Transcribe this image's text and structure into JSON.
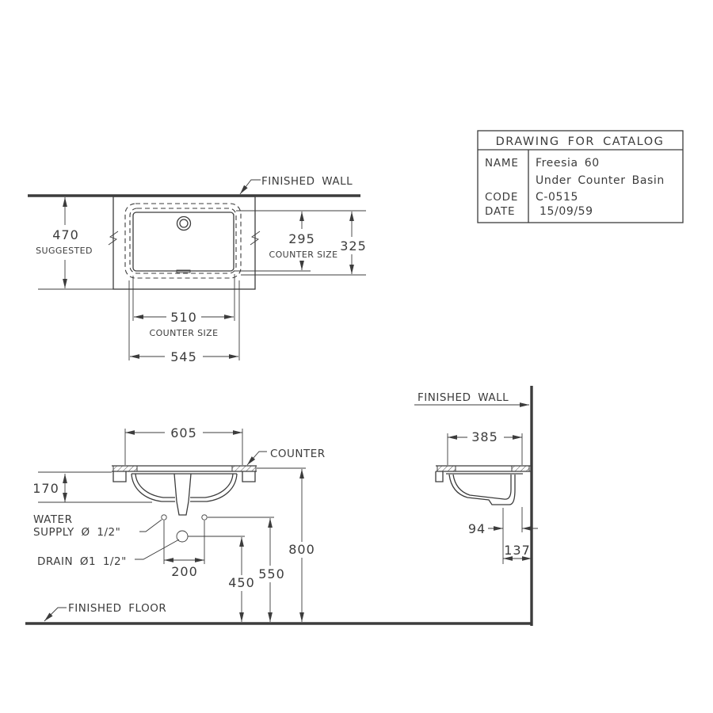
{
  "drawing": {
    "background_color": "#ffffff",
    "line_color": "#3c3c3c"
  },
  "title_block": {
    "title": "DRAWING FOR CATALOG",
    "name_label": "NAME",
    "name_value_line1": "Freesia 60",
    "name_value_line2": "Under Counter Basin",
    "code_label": "CODE",
    "code_value": "C-0515",
    "date_label": "DATE",
    "date_value": "15/09/59"
  },
  "plan_view": {
    "wall_label": "FINISHED WALL",
    "dim_depth": "470",
    "dim_depth_note": "SUGGESTED",
    "dim_cutout_depth": "295",
    "counter_size_note": "COUNTER SIZE",
    "dim_rim_depth": "325",
    "dim_cutout_width": "510",
    "dim_overall_width": "545"
  },
  "front_view": {
    "dim_rim_width": "605",
    "counter_label": "COUNTER",
    "dim_basin_height": "170",
    "water_supply_label_line1": "WATER",
    "water_supply_label_line2": "SUPPLY Ø 1/2\"",
    "drain_label": "DRAIN Ø1 1/2\"",
    "dim_supply_spacing": "200",
    "dim_drain_height": "450",
    "dim_supply_height": "550",
    "dim_counter_height": "800",
    "floor_label": "FINISHED FLOOR"
  },
  "side_view": {
    "wall_label": "FINISHED WALL",
    "dim_basin_depth": "385",
    "dim_drain_to_back": "94",
    "dim_drain_to_wall": "137"
  }
}
